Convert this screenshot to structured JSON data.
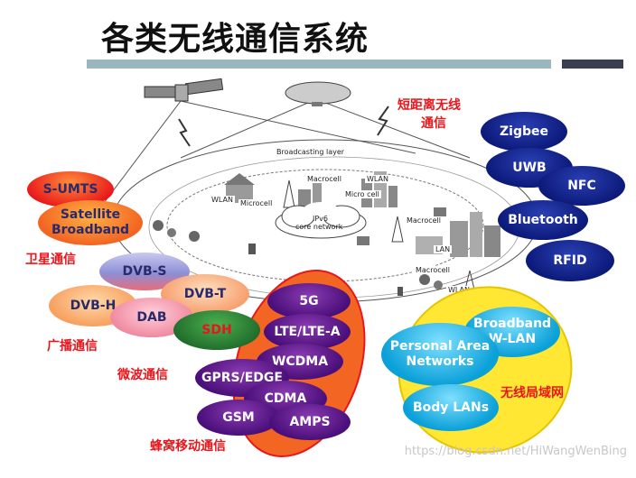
{
  "title": "各类无线通信系统",
  "center_labels": {
    "broadcasting_layer": "Broadcasting layer",
    "macrocell_top": "Macrocell",
    "wlan_top": "WLAN",
    "wlan_left": "WLAN",
    "microcell_left": "Microcell",
    "micro_cell": "Micro cell",
    "ipv6_line1": "IPv6",
    "ipv6_line2": "core network",
    "macrocell_right": "Macrocell",
    "lan": "LAN",
    "macrocell_bottom": "Macrocell",
    "wlan_bottom": "WLAN"
  },
  "short_range": {
    "label_line1": "短距离无线",
    "label_line2": "通信",
    "items": [
      "Zigbee",
      "UWB",
      "NFC",
      "Bluetooth",
      "RFID"
    ]
  },
  "satellite": {
    "label": "卫星通信",
    "items": [
      "S-UMTS",
      "Satellite Broadband",
      "DVB-S"
    ]
  },
  "broadcast": {
    "label": "广播通信",
    "items": [
      "DVB-H",
      "DVB-T",
      "DAB"
    ]
  },
  "microwave": {
    "label": "微波通信",
    "items": [
      "SDH"
    ]
  },
  "cellular": {
    "label": "蜂窝移动通信",
    "items": [
      "5G",
      "LTE/LTE-A",
      "WCDMA",
      "GPRS/EDGE",
      "CDMA",
      "GSM",
      "AMPS"
    ]
  },
  "wlan_group": {
    "label": "无线局域网",
    "broadband_wlan": "Broadband W-LAN",
    "personal_area": "Personal Area Networks",
    "body_lans": "Body LANs"
  },
  "watermark": "https://blog.csdn.net/HiWangWenBing",
  "colors": {
    "label_red": "#e8161b",
    "navy": "#0c1a7a",
    "orange": "#f26522",
    "yellow": "#ffe733"
  }
}
